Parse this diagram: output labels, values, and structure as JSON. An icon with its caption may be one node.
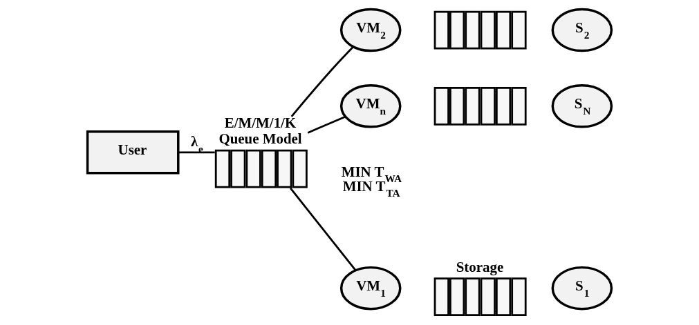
{
  "diagram": {
    "nodes": [
      {
        "text": [
          "User"
        ]
      },
      {
        "text": [
          "E/M/M/1/K",
          "Queue Model"
        ]
      },
      {
        "text": [
          "VM$_{1}$"
        ]
      },
      {
        "text": [
          "Storage"
        ]
      },
      {
        "text": [
          "S$_{1}$"
        ]
      },
      {
        "text": [
          "VM$_{2}$"
        ]
      },
      {
        "text": [],
        "shape": "queue"
      },
      {
        "text": [
          "S$_{2}$"
        ]
      },
      {
        "text": [
          "VM$_{n}$"
        ]
      },
      {
        "text": [],
        "shape": "queue"
      },
      {
        "text": [
          "S$_{N}$"
        ]
      }
    ],
    "edges": [
      {
        "from": 0,
        "to": 1,
        "arrow": "none",
        "label": "λ$_{e}$"
      },
      {
        "from": 1,
        "to": 2,
        "arrow": "none"
      },
      {
        "from": 1,
        "to": 5,
        "arrow": "none"
      },
      {
        "from": 1,
        "to": 8,
        "arrow": "none"
      }
    ],
    "labels": [
      "MIN T$_{WA}$",
      "MIN T$_{TA}$"
    ]
  }
}
